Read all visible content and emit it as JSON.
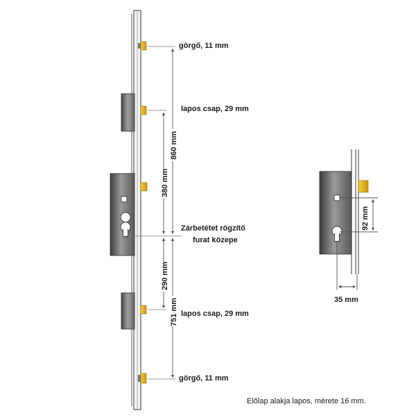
{
  "labels": {
    "top_roller": "görgő, 11 mm",
    "upper_flat_pin": "lapos csap, 29 mm",
    "cylinder_center_line1": "Zárbetétet rögzítő",
    "cylinder_center_line2": "furat közepe",
    "lower_flat_pin": "lapos csap, 29 mm",
    "bottom_roller": "görgő, 11 mm",
    "faceplate_note": "Előlap alakja lapos, mérete 16 mm."
  },
  "dimensions": {
    "total_upper": "860 mm",
    "upper_pin_to_center": "380 mm",
    "center_to_lower_pin": "290 mm",
    "total_lower": "751 mm",
    "handle_to_cylinder": "92 mm",
    "backset": "35 mm"
  },
  "colors": {
    "brass": "#e6b422",
    "brass_dark": "#b8860b",
    "steel": "#8a8a8a",
    "steel_dark": "#5a5a5a",
    "faceplate": "#f2f2f2",
    "line": "#555555"
  }
}
